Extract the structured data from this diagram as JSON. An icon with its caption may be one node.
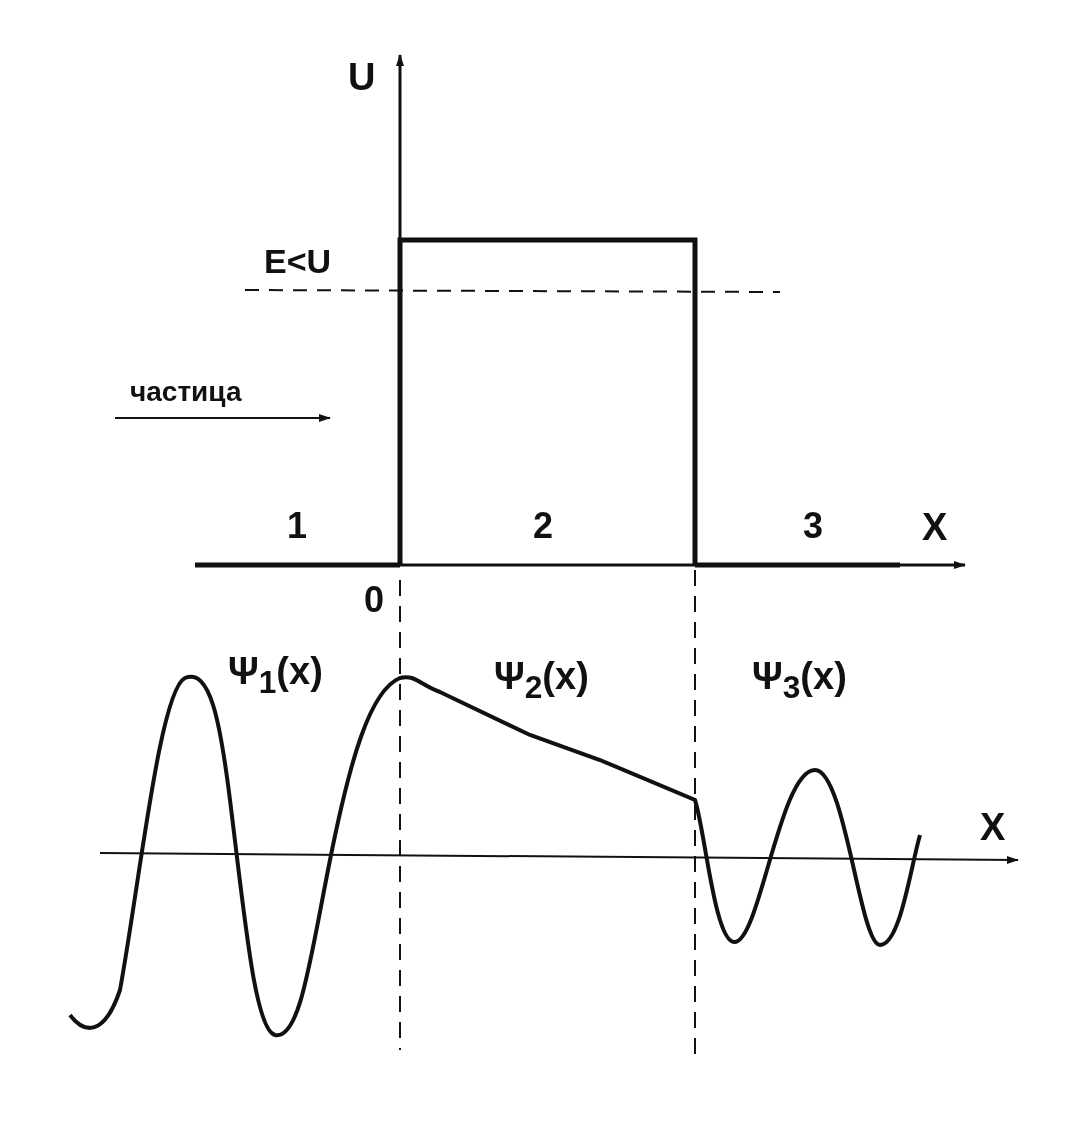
{
  "diagram": {
    "labels": [
      "U",
      "E<U",
      "частица",
      "1",
      "2",
      "3",
      "X",
      "0",
      "Ψ$_{1}$(x)",
      "Ψ$_{2}$(x)",
      "Ψ$_{3}$(x)",
      "X"
    ]
  }
}
